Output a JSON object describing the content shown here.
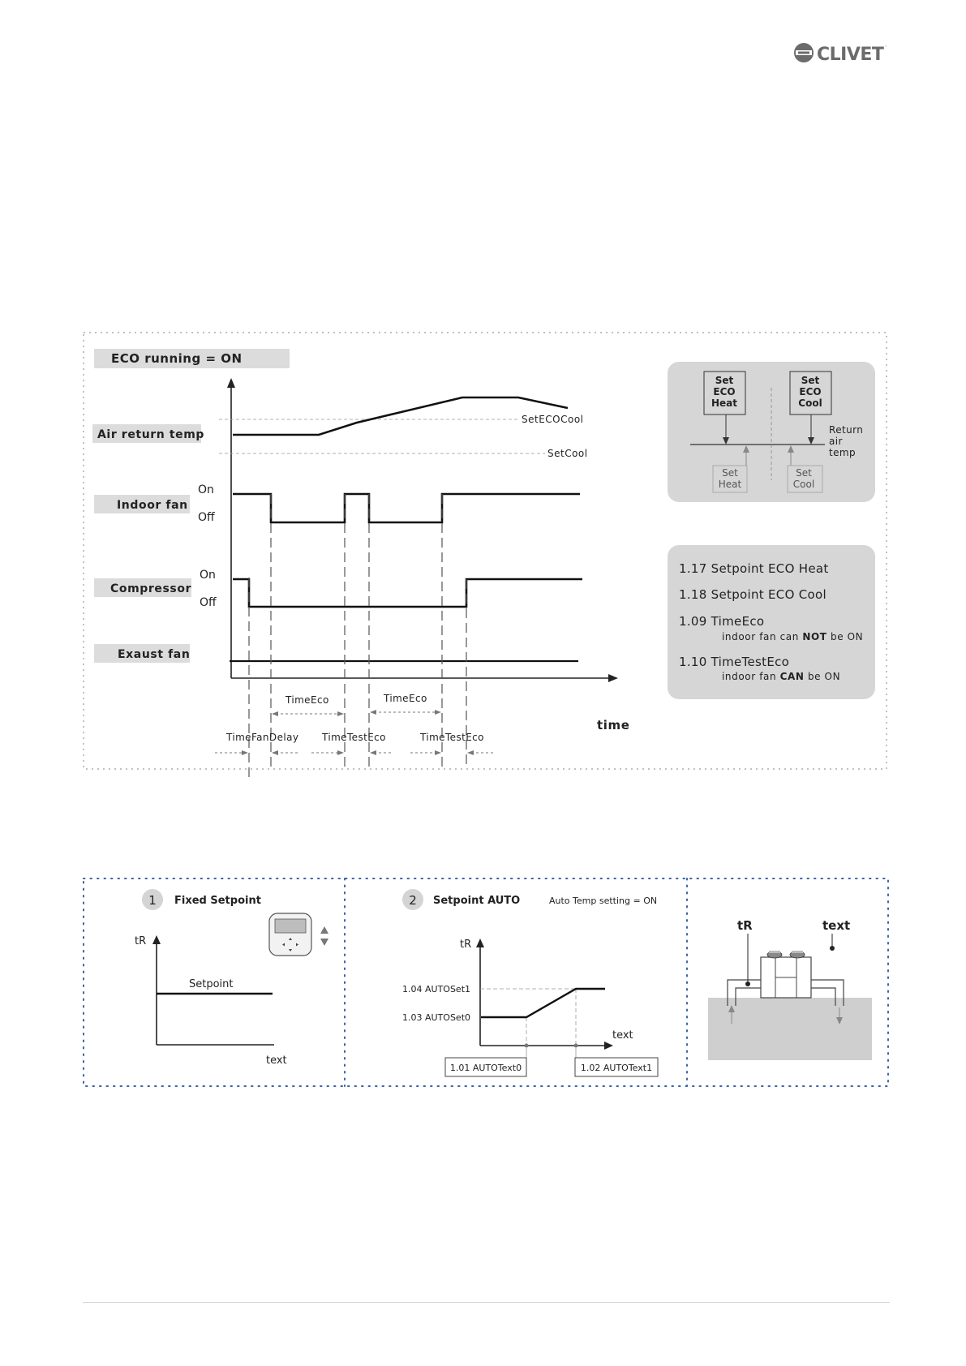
{
  "brand": {
    "name": "CLIVET",
    "mark": "·"
  },
  "eco": {
    "title": "ECO running = ON",
    "rows": {
      "air_return": "Air return temp",
      "indoor_fan": "Indoor fan",
      "compressor": "Compressor",
      "exaust_fan": "Exaust fan"
    },
    "on": "On",
    "off": "Off",
    "set_eco_cool": "SetECOCool",
    "set_cool": "SetCool",
    "time_axis": "time",
    "time_eco": "TimeEco",
    "time_fan_delay": "TimeFanDelay",
    "time_test_eco": "TimeTestEco",
    "setpoint_box": {
      "eco_heat": [
        "Set",
        "ECO",
        "Heat"
      ],
      "eco_cool": [
        "Set",
        "ECO",
        "Cool"
      ],
      "return_air": [
        "Return",
        "air",
        "temp"
      ],
      "set_heat": [
        "Set",
        "Heat"
      ],
      "set_cool": [
        "Set",
        "Cool"
      ]
    },
    "params": [
      {
        "code": "1.17 Setpoint ECO Heat",
        "note_pre": "",
        "note_bold": "",
        "note_post": ""
      },
      {
        "code": "1.18 Setpoint ECO Cool",
        "note_pre": "",
        "note_bold": "",
        "note_post": ""
      },
      {
        "code": "1.09 TimeEco",
        "note_pre": "indoor fan can ",
        "note_bold": "NOT",
        "note_post": " be ON"
      },
      {
        "code": "1.10 TimeTestEco",
        "note_pre": "indoor fan ",
        "note_bold": "CAN",
        "note_post": " be ON"
      }
    ]
  },
  "modes": {
    "fixed": {
      "num": "1",
      "title": "Fixed Setpoint",
      "y_axis": "tR",
      "x_axis": "text",
      "line_label": "Setpoint"
    },
    "auto": {
      "num": "2",
      "title": "Setpoint AUTO",
      "subtitle": "Auto Temp setting = ON",
      "y_axis": "tR",
      "x_axis": "text",
      "set1": "1.04 AUTOSet1",
      "set0": "1.03 AUTOSet0",
      "text0": "1.01 AUTOText0",
      "text1": "1.02 AUTOText1"
    },
    "unit": {
      "tr": "tR",
      "text": "text"
    }
  }
}
